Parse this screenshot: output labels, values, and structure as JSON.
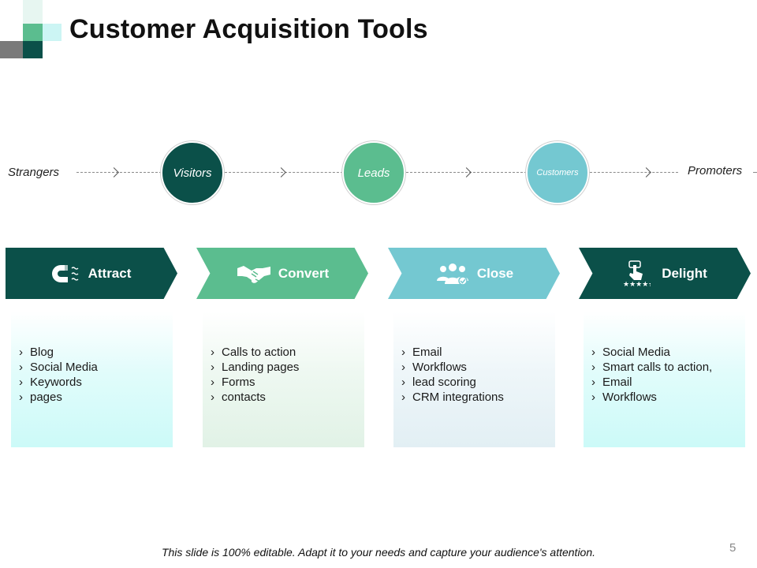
{
  "title": "Customer Acquisition Tools",
  "flow": {
    "start": "Strangers",
    "stages": [
      {
        "label": "Visitors",
        "color": "#0b5049"
      },
      {
        "label": "Leads",
        "color": "#5bbd8f"
      },
      {
        "label": "Customers",
        "color": "#74c8d1"
      }
    ],
    "end": "Promoters"
  },
  "steps": [
    {
      "label": "Attract",
      "icon": "magnet-icon",
      "color": "#0b5049",
      "items": [
        "Blog",
        "Social Media",
        "Keywords",
        "pages"
      ]
    },
    {
      "label": "Convert",
      "icon": "handshake-icon",
      "color": "#5bbd8f",
      "items": [
        "Calls to action",
        "Landing pages",
        "Forms",
        "contacts"
      ]
    },
    {
      "label": "Close",
      "icon": "group-icon",
      "color": "#74c8d1",
      "items": [
        "Email",
        "Workflows",
        "lead scoring",
        "CRM integrations"
      ]
    },
    {
      "label": "Delight",
      "icon": "rating-icon",
      "color": "#0b5049",
      "items": [
        "Social Media",
        "Smart calls to action,",
        "Email",
        "Workflows"
      ]
    }
  ],
  "footer": "This slide is 100% editable. Adapt it to your needs and capture your audience's attention.",
  "page_number": "5"
}
